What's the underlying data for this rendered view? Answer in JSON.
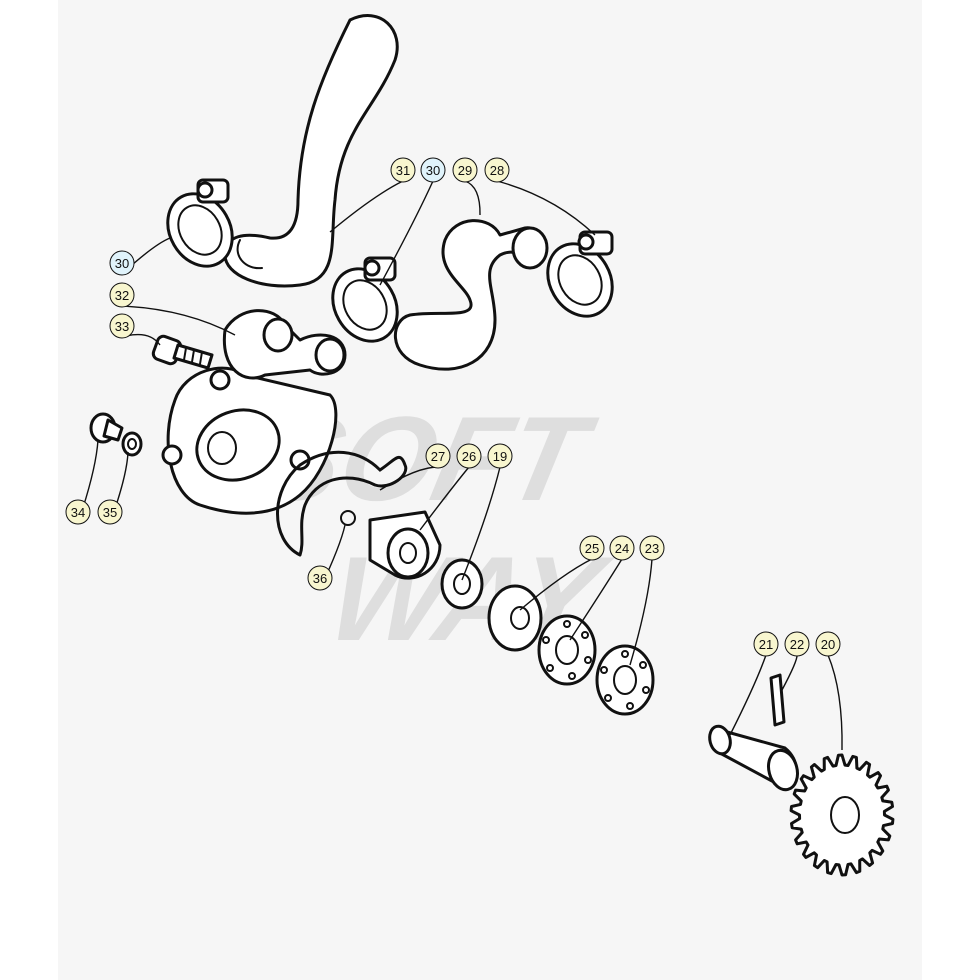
{
  "watermark": {
    "line1": "SOFT",
    "line2": "WAY"
  },
  "colors": {
    "callout_yellow": "#f8f6cf",
    "callout_blue": "#e0f3fb",
    "line": "#111111",
    "background": "#f6f6f6"
  },
  "callouts": [
    {
      "label": "31",
      "style": "yellow"
    },
    {
      "label": "30",
      "style": "blue"
    },
    {
      "label": "29",
      "style": "yellow"
    },
    {
      "label": "28",
      "style": "yellow"
    },
    {
      "label": "30",
      "style": "blue"
    },
    {
      "label": "32",
      "style": "yellow"
    },
    {
      "label": "33",
      "style": "yellow"
    },
    {
      "label": "34",
      "style": "yellow"
    },
    {
      "label": "35",
      "style": "yellow"
    },
    {
      "label": "27",
      "style": "yellow"
    },
    {
      "label": "26",
      "style": "yellow"
    },
    {
      "label": "19",
      "style": "yellow"
    },
    {
      "label": "36",
      "style": "yellow"
    },
    {
      "label": "25",
      "style": "yellow"
    },
    {
      "label": "24",
      "style": "yellow"
    },
    {
      "label": "23",
      "style": "yellow"
    },
    {
      "label": "21",
      "style": "yellow"
    },
    {
      "label": "22",
      "style": "yellow"
    },
    {
      "label": "20",
      "style": "yellow"
    }
  ]
}
